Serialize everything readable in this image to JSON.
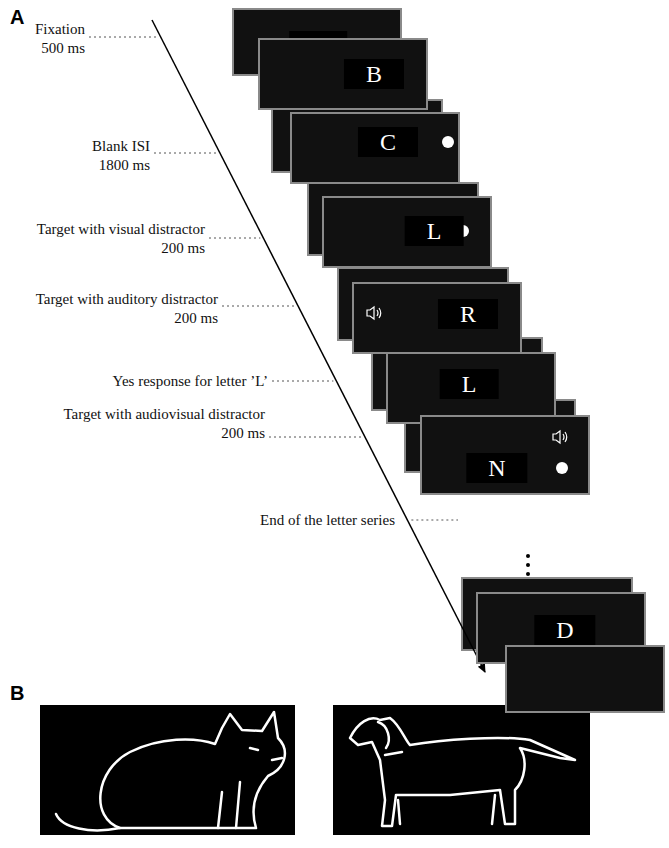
{
  "diagram": {
    "nodes": [
      {
        "text": [
          "+"
        ]
      },
      {
        "text": [
          "B"
        ]
      },
      {
        "text": [
          "C"
        ]
      },
      {
        "text": [
          "L"
        ]
      },
      {
        "text": [
          "R"
        ]
      },
      {
        "text": [
          "L"
        ]
      },
      {
        "text": [
          "N"
        ]
      },
      {
        "text": [
          "D"
        ]
      }
    ],
    "labels": [
      "A",
      "Fixation 500 ms",
      "Blank ISI 1800 ms",
      "Target with visual distractor 200 ms",
      "Target with auditory distractor 200 ms",
      "Yes response for letter ’L’",
      "Target with audiovisual distractor 200 ms",
      "End of the letter series",
      "B"
    ]
  }
}
